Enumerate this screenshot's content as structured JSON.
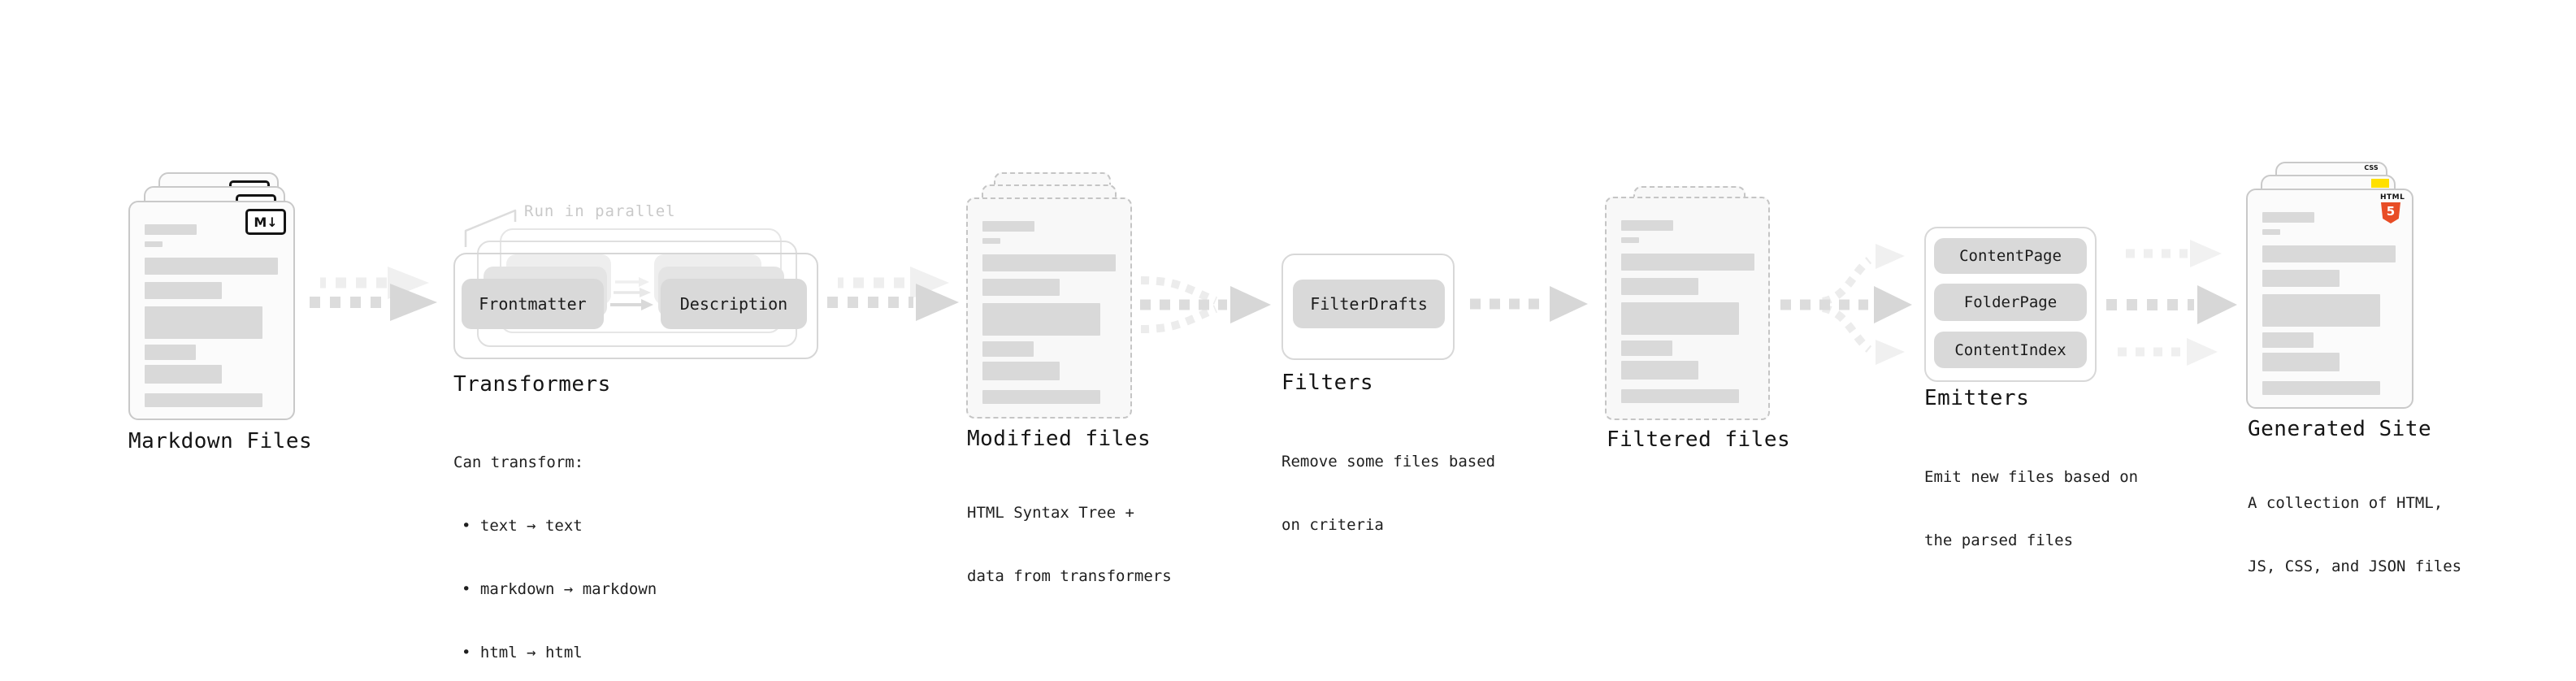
{
  "nodes": {
    "markdown_files": {
      "label": "Markdown Files",
      "badge": "M↓"
    },
    "transformers": {
      "label": "Transformers",
      "note": "Run in parallel",
      "box_frontmatter": "Frontmatter",
      "box_description": "Description",
      "desc": [
        "Can transform:",
        "• text → text",
        "• markdown → markdown",
        "• html → html"
      ]
    },
    "modified_files": {
      "label": "Modified files",
      "desc": [
        "HTML Syntax Tree +",
        "data from transformers"
      ]
    },
    "filters": {
      "label": "Filters",
      "box_filterdrafts": "FilterDrafts",
      "desc": [
        "Remove some files based",
        "on criteria"
      ]
    },
    "filtered_files": {
      "label": "Filtered files"
    },
    "emitters": {
      "label": "Emitters",
      "box_contentpage": "ContentPage",
      "box_folderpage": "FolderPage",
      "box_contentindex": "ContentIndex",
      "desc": [
        "Emit new files based on",
        "the parsed files"
      ]
    },
    "generated_site": {
      "label": "Generated Site",
      "desc": [
        "A collection of HTML,",
        "JS, CSS, and JSON files"
      ],
      "css_badge": "CSS",
      "html_badge_top": "HTML",
      "html_badge_number": "5"
    }
  },
  "colors": {
    "bar_gray": "#d9d9d9",
    "pill_gray": "#d9d9d9",
    "note_gray": "#c9c9c9",
    "arrow_dark": "#dcdcdc",
    "arrow_light": "#eeeeee",
    "css_blue": "#2760e5",
    "js_yellow": "#ffe000",
    "html5_orange": "#e84d26"
  }
}
